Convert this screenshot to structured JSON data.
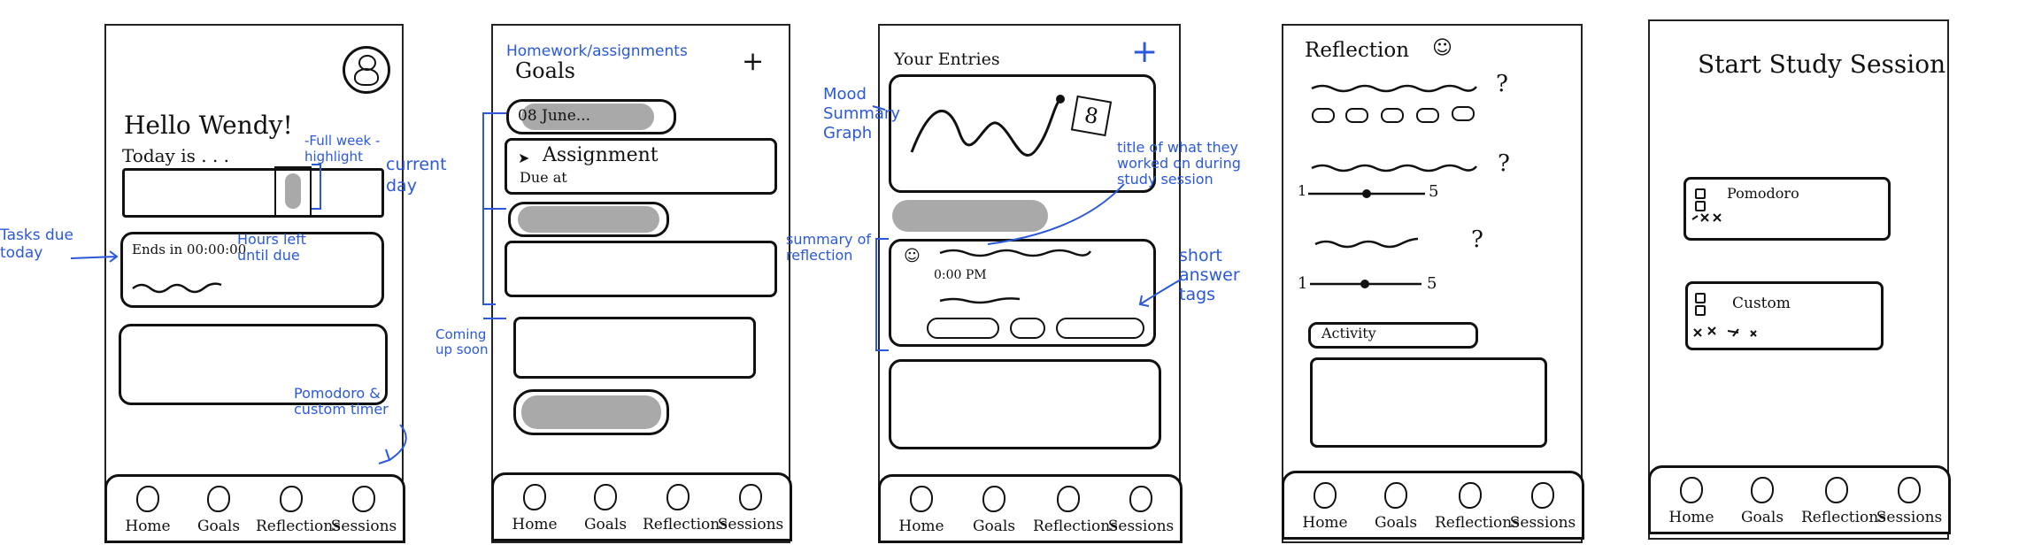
{
  "nav": {
    "home": "Home",
    "goals": "Goals",
    "reflections": "Reflections",
    "sessions": "Sessions"
  },
  "screen1": {
    "greeting": "Hello Wendy!",
    "today": "Today is . . .",
    "task_text": "Ends in 00:00:00",
    "annotations": {
      "tasks_due": "Tasks due today",
      "hours_left": "Hours left until due",
      "full_week": "-Full week -highlight",
      "current_day": "current day",
      "pomodoro_timer": "Pomodoro & custom timer"
    }
  },
  "screen2": {
    "subtitle": "Homework/assignments",
    "title": "Goals",
    "add": "+",
    "date_pill": "08 June...",
    "assignment": "Assignment",
    "due_at": "Due at",
    "annotations": {
      "coming_up": "Coming up soon"
    }
  },
  "screen3": {
    "title": "Your Entries",
    "add": "+",
    "graph_value": "8",
    "entry_time": "0:00 PM",
    "annotations": {
      "mood_graph": "Mood Summary Graph",
      "title_worked": "title of what they worked on during study session",
      "summary": "summary of reflection",
      "short_answer": "short answer tags"
    }
  },
  "screen4": {
    "title": "Reflection",
    "q_mark": "?",
    "scale_min": "1",
    "scale_max": "5",
    "activity": "Activity"
  },
  "screen5": {
    "title": "Start Study Session",
    "pomodoro": "Pomodoro",
    "custom": "Custom"
  }
}
